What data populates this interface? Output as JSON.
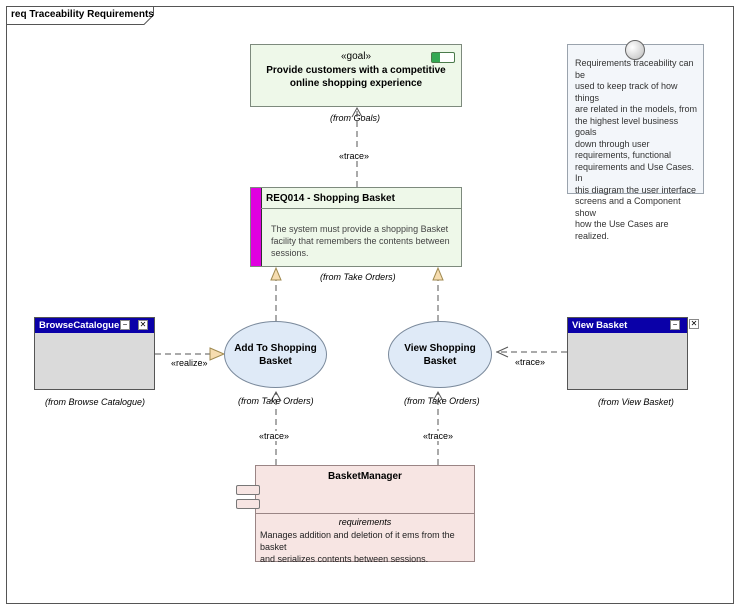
{
  "diagram": {
    "frame_title": "req Traceability Requirements",
    "goal": {
      "stereotype": "«goal»",
      "title_line1": "Provide customers with a competitive",
      "title_line2": "online shopping experience",
      "from": "(from Goals)",
      "status_color": "#34a853"
    },
    "requirement": {
      "name": "REQ014 - Shopping Basket",
      "description_line1": "The system must provide a shopping Basket",
      "description_line2": "facility that remembers the contents between",
      "description_line3": "sessions.",
      "from": "(from Take Orders)",
      "accent_color": "#e000e0"
    },
    "note": {
      "line1": "Requirements traceability can be",
      "line2": "used to keep track of how things",
      "line3": "are related in the models, from",
      "line4": "the highest level business goals",
      "line5": "down through user",
      "line6": "requirements, functional",
      "line7": "requirements and Use Cases.  In",
      "line8": "this diagram the user interface",
      "line9": "screens and a Component show",
      "line10": "how the Use Cases are realized."
    },
    "browse_catalogue": {
      "title": "BrowseCatalogue",
      "from": "(from Browse Catalogue)",
      "minimize_glyph": "−",
      "close_glyph": "✕"
    },
    "view_basket_screen": {
      "title": "View Basket",
      "from": "(from View Basket)",
      "minimize_glyph": "−",
      "close_glyph": "✕"
    },
    "use_case_add": {
      "line1": "Add To Shopping",
      "line2": "Basket",
      "from": "(from Take Orders)"
    },
    "use_case_view": {
      "label": "View Shopping Basket",
      "from": "(from Take Orders)"
    },
    "component": {
      "name": "BasketManager",
      "section": "requirements",
      "desc_line1": "Manages addition and deletion of it ems from the basket",
      "desc_line2": "and serializes contents between sessions."
    },
    "connectors": {
      "trace_goal": "«trace»",
      "realize": "«realize»",
      "trace_view_screen": "«trace»",
      "trace_comp_add": "«trace»",
      "trace_comp_view": "«trace»"
    },
    "icons": [
      "window-minimize-icon",
      "window-close-icon",
      "note-pin-icon",
      "component-port-icon",
      "goal-status-toggle-icon"
    ]
  }
}
